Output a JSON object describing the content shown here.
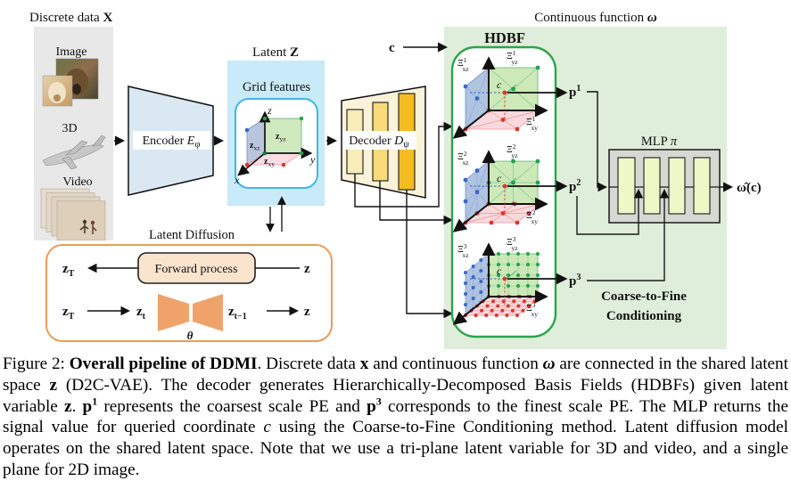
{
  "d": {
    "discrete_pre": "Discrete data ",
    "discrete_X": "X",
    "image": "Image",
    "threed": "3D",
    "video": "Video",
    "encoder_pre": "Encoder ",
    "encoder_E": "E",
    "encoder_phi": "φ",
    "latent_pre": "Latent ",
    "latent_Z": "Z",
    "grid_features": "Grid features",
    "cube": {
      "z": "z",
      "y": "y",
      "x": "x",
      "zb": "z",
      "xz": "xz",
      "yz": "yz",
      "xy": "xy"
    },
    "decoder_pre": "Decoder ",
    "decoder_D": "D",
    "decoder_psi": "ψ",
    "c_input": "c",
    "continuous_pre": "Continuous function ",
    "continuous_omega": "ω",
    "hdbf": "HDBF",
    "xi": "Ξ",
    "subs": {
      "xz": "xz",
      "yz": "yz",
      "xy": "xy"
    },
    "cubes": [
      {
        "sup": "1",
        "c": "c",
        "green": [
          2,
          2
        ],
        "blue": [
          2,
          2
        ],
        "red": [
          2,
          2
        ],
        "center": true,
        "mesh": "star"
      },
      {
        "sup": "2",
        "c": "c",
        "green": [
          3,
          3
        ],
        "blue": [
          3,
          3
        ],
        "red": [
          3,
          3
        ],
        "center": false,
        "mesh": "star"
      },
      {
        "sup": "3",
        "c": "c",
        "green": [
          6,
          5
        ],
        "blue": [
          4,
          5
        ],
        "red": [
          6,
          5
        ],
        "center": false,
        "mesh": "grid"
      }
    ],
    "p_base": "p",
    "mlp_pre": "MLP ",
    "mlp_pi": "π",
    "output": "ω̂(c)",
    "coarse1": "Coarse-to-Fine",
    "coarse2": "Conditioning",
    "ld_title": "Latent Diffusion",
    "zT_b": "z",
    "zT_sub": "T",
    "forward": "Forward process",
    "z_plain": "z",
    "zt_sub": "t",
    "ztm1_sub": "t−1",
    "theta": "θ"
  },
  "colors": {
    "panel_gray": "#e8e8e8",
    "panel_blue": "#c9eaf9",
    "panel_green": "#dfeeda",
    "hdbf_border": "#2ca44e",
    "orange_border": "#ec9b57",
    "bowtie": "#f0a26b",
    "forward_fill": "#fbe4ce",
    "encoder_fill": "#dae8f4",
    "decoder_fill": "#faf3d9",
    "bar1": "#f8ecb8",
    "bar2": "#f8da78",
    "bar3": "#f4bc20",
    "mlp_fill": "#d5d9d2",
    "mlp_bar": "#edf8c6",
    "plane_green": "#cde9b8",
    "plane_blue": "#aec4e0",
    "plane_pink": "#f9d9de",
    "dot_green": "#28a24b",
    "dot_blue": "#3e66c4",
    "dot_red": "#e23329",
    "line_green": "#7fc897",
    "line_blue": "#93a9da",
    "line_red": "#f0938d"
  },
  "caption": {
    "segments": [
      {
        "t": "Figure 2: "
      },
      {
        "t": "Overall pipeline of DDMI",
        "s": "b"
      },
      {
        "t": ". Discrete data "
      },
      {
        "t": "x",
        "s": "b"
      },
      {
        "t": " and continuous function "
      },
      {
        "t": "ω",
        "s": "bi"
      },
      {
        "t": " are connected in the shared latent space "
      },
      {
        "t": "z",
        "s": "b"
      },
      {
        "t": " (D2C-VAE). The decoder generates Hierarchically-Decomposed Basis Fields (HDBFs) given latent variable "
      },
      {
        "t": "z",
        "s": "b"
      },
      {
        "t": ". "
      },
      {
        "t": "p",
        "s": "b"
      },
      {
        "t": "1",
        "s": "sup"
      },
      {
        "t": " represents the coarsest scale PE and "
      },
      {
        "t": "p",
        "s": "b"
      },
      {
        "t": "3",
        "s": "sup"
      },
      {
        "t": " corresponds to the finest scale PE. The MLP returns the signal value for queried coordinate "
      },
      {
        "t": "c",
        "s": "i"
      },
      {
        "t": " using the Coarse-to-Fine Conditioning method. Latent diffusion model operates on the shared latent space. Note that we use a tri-plane latent variable for 3D and video, and a single plane for 2D image."
      }
    ]
  }
}
